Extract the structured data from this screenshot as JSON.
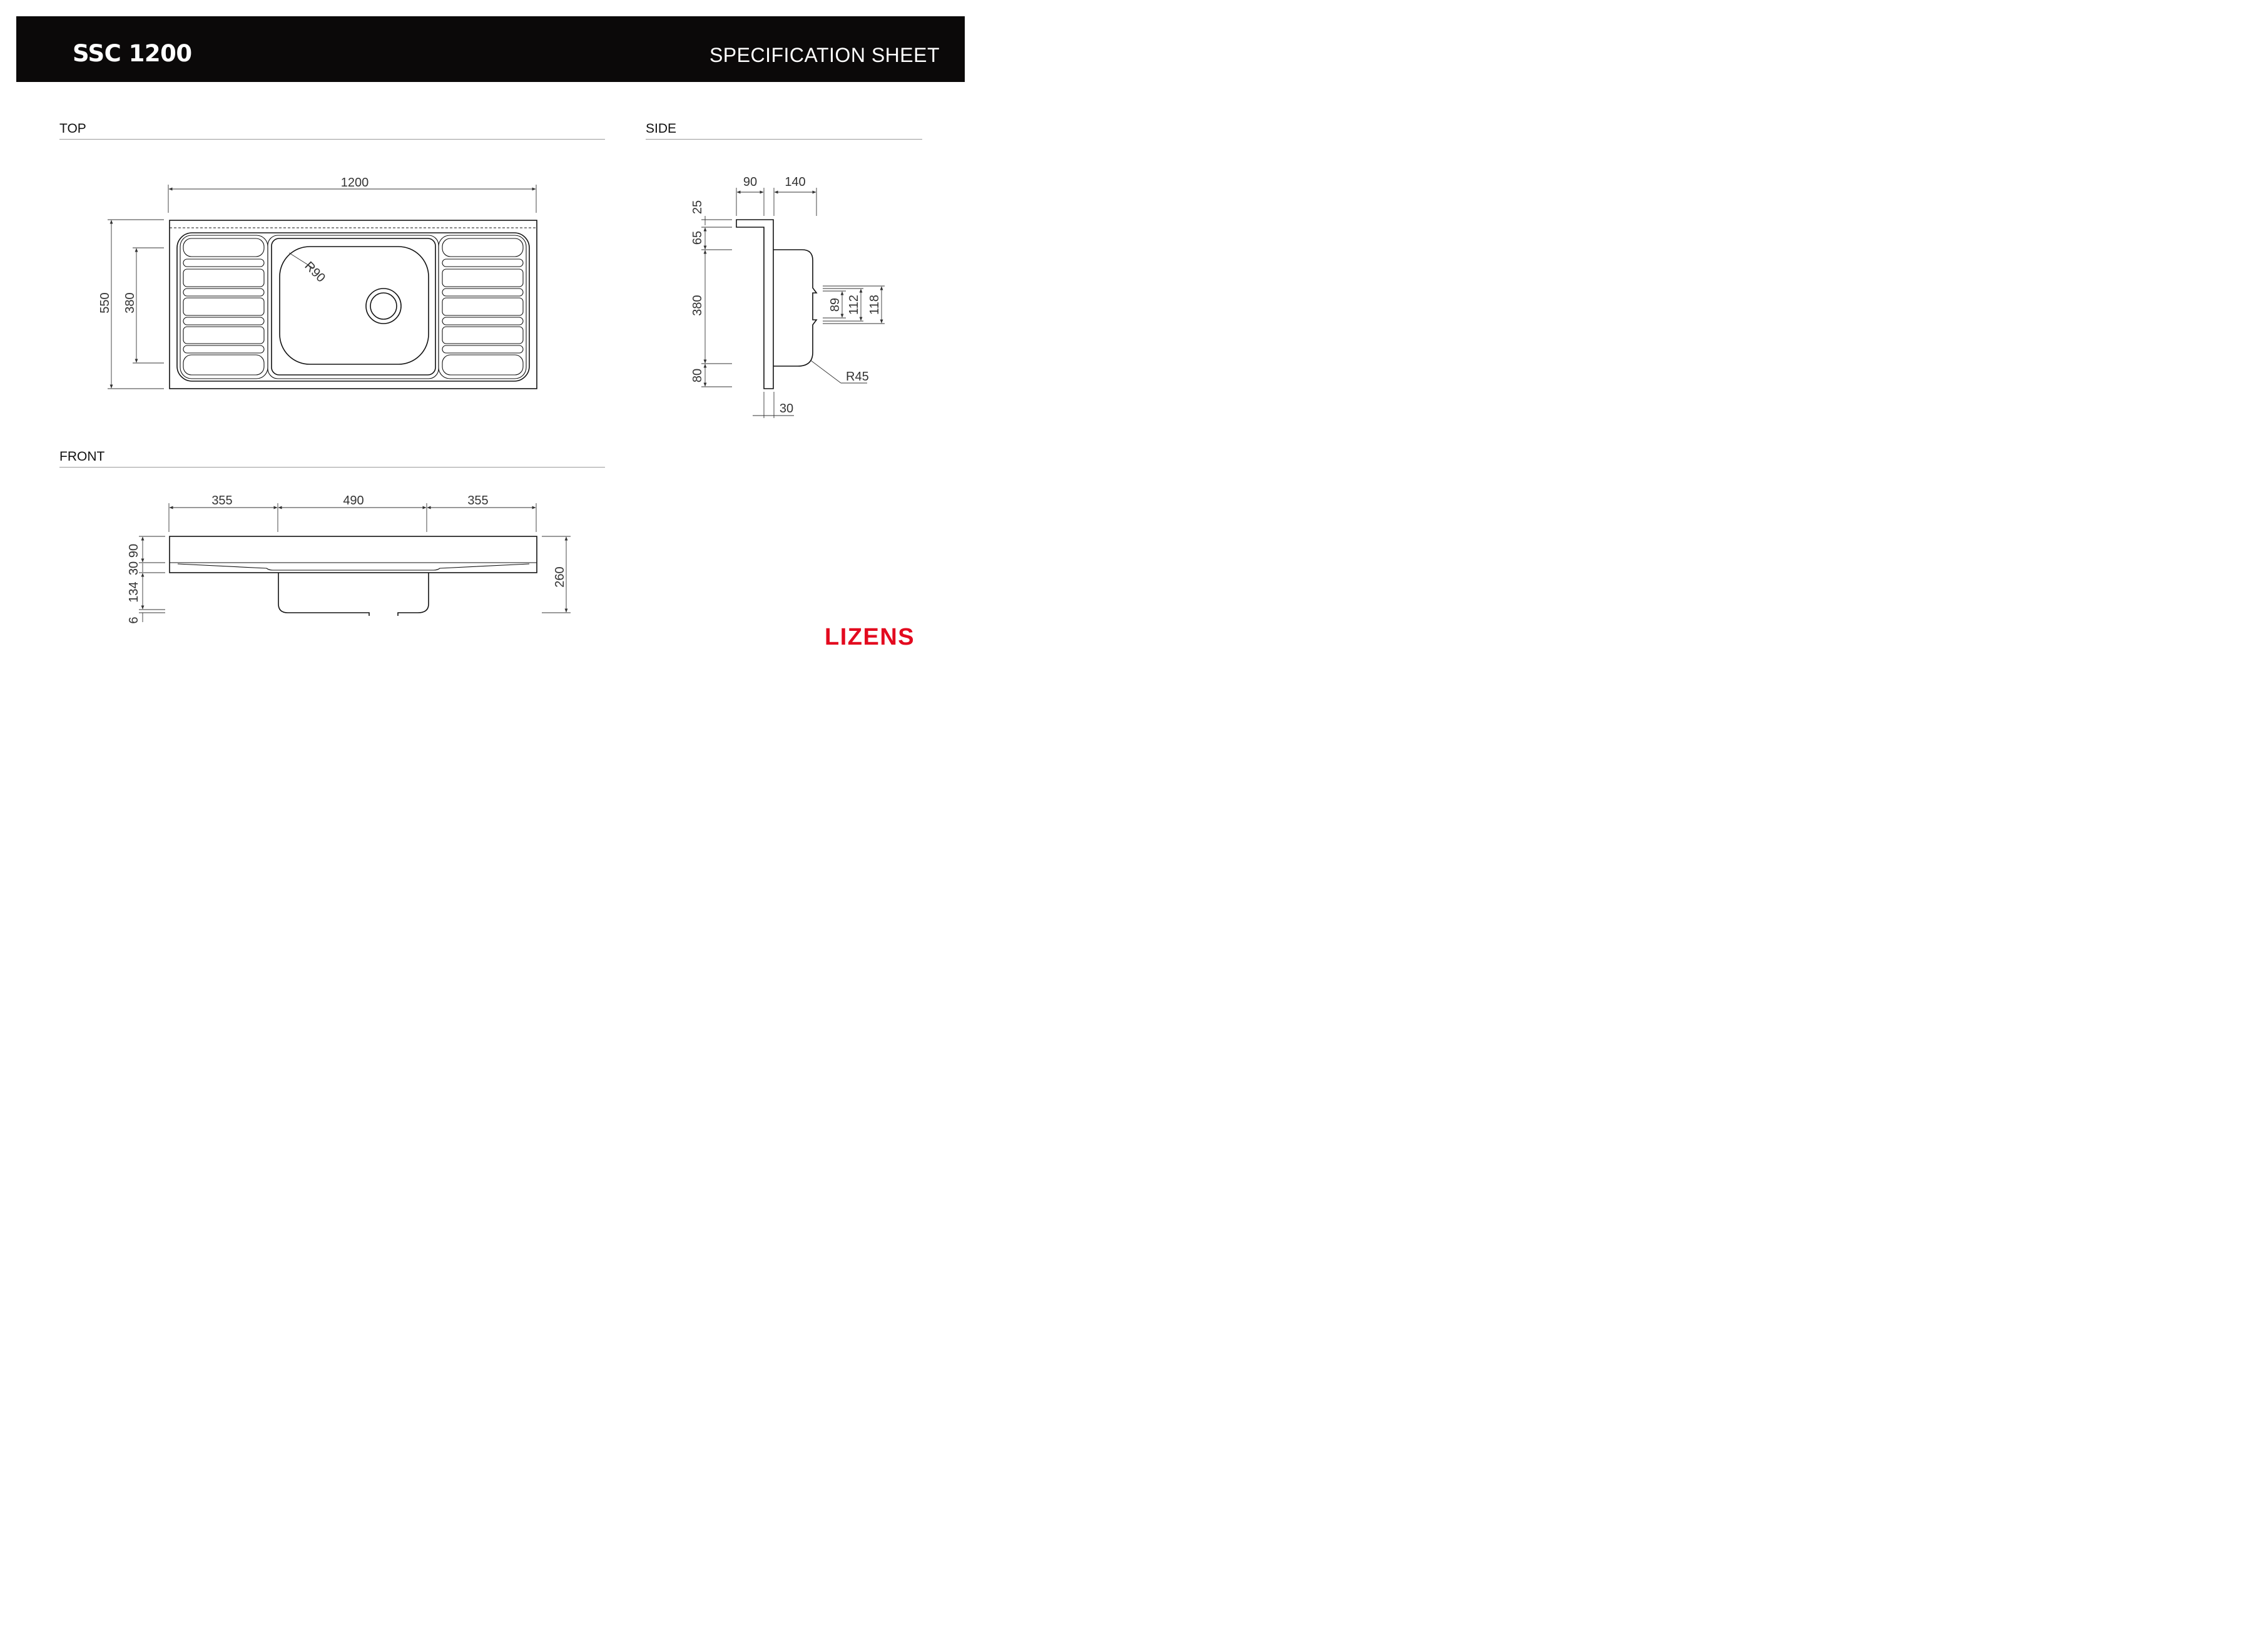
{
  "header": {
    "model": "SSC 1200",
    "doc_type": "SPECIFICATION SHEET"
  },
  "sections": {
    "top": "TOP",
    "side": "SIDE",
    "front": "FRONT"
  },
  "brand": {
    "name": "LIZENS",
    "color": "#e30a1f"
  },
  "top_view": {
    "width": "1200",
    "depth": "550",
    "bowl_depth": "380",
    "corner_radius": "R90"
  },
  "side_view": {
    "top_90": "90",
    "top_140": "140",
    "h_25": "25",
    "h_65": "65",
    "h_380": "380",
    "h_80": "80",
    "v_89": "89",
    "v_112": "112",
    "v_118": "118",
    "radius": "R45",
    "bottom_30": "30"
  },
  "front_view": {
    "w_left": "355",
    "w_center": "490",
    "w_right": "355",
    "h_90": "90",
    "h_30": "30",
    "h_134": "134",
    "h_6": "6",
    "total_height": "260"
  }
}
